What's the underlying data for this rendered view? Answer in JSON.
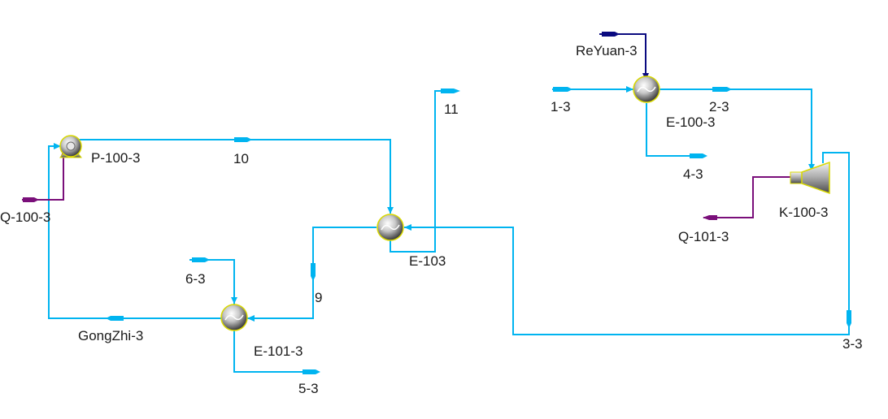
{
  "colors": {
    "material_stream": "#00b4f0",
    "energy_stream": "#7a0f7a",
    "heater_energy_stream": "#0a0a80",
    "unit_outline": "#d8d800",
    "label_text": "#1a1a1a"
  },
  "units": {
    "pump": {
      "label": "P-100-3",
      "icon": "pump-icon"
    },
    "exchanger_center": {
      "label": "E-103",
      "icon": "heat-exchanger-icon"
    },
    "exchanger_lower": {
      "label": "E-101-3",
      "icon": "heat-exchanger-icon"
    },
    "exchanger_top": {
      "label": "E-100-3",
      "icon": "heat-exchanger-icon"
    },
    "compressor": {
      "label": "K-100-3",
      "icon": "compressor-icon"
    }
  },
  "streams": {
    "s10": "10",
    "s11": "11",
    "s9": "9",
    "s6_3": "6-3",
    "s5_3": "5-3",
    "gongzhi": "GongZhi-3",
    "q100": "Q-100-3",
    "s1_3": "1-3",
    "s2_3": "2-3",
    "s4_3": "4-3",
    "s3_3": "3-3",
    "reyuan": "ReYuan-3",
    "q101": "Q-101-3"
  }
}
